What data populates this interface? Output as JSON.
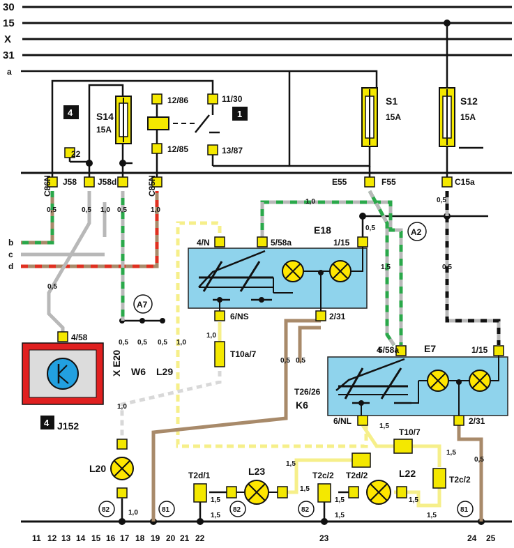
{
  "buses": {
    "b30": "30",
    "b15": "15",
    "bX": "X",
    "b31": "31",
    "ba": "a"
  },
  "side_wires": {
    "b": "b",
    "c": "c",
    "d": "d"
  },
  "markers": {
    "m4a": "4",
    "m1": "1",
    "m4b": "4"
  },
  "fuses": {
    "s14": {
      "name": "S14",
      "rating": "15A"
    },
    "s1": {
      "name": "S1",
      "rating": "15A"
    },
    "s12": {
      "name": "S12",
      "rating": "15A"
    }
  },
  "relay": {
    "p86": "12/86",
    "p85": "12/85",
    "p30": "11/30",
    "p87": "13/87"
  },
  "pins": {
    "p22": "22",
    "c86n": "C86N",
    "j58": "J58",
    "j58d": "J58d",
    "c85n": "C85N",
    "e55": "E55",
    "f55": "F55",
    "c15a": "C15a",
    "e18_4n": "4/N",
    "e18_558a": "5/58a",
    "e18_115": "1/15",
    "e18_6ns": "6/NS",
    "e18_231": "2/31",
    "t10a7": "T10a/7",
    "t2626": "T26/26",
    "k6": "K6",
    "e7_4": "4",
    "e7_558a": "5/58a",
    "e7_115": "1/15",
    "e7_6nl": "6/NL",
    "e7_231": "2/31",
    "j152_pin": "4/58",
    "t107": "T10/7",
    "t2d1": "T2d/1",
    "t2c2a": "T2c/2",
    "t2d2": "T2d/2",
    "t2c2b": "T2c/2"
  },
  "components": {
    "e18": "E18",
    "e7": "E7",
    "a2": "A2",
    "a7": "A7",
    "e20": "X E20",
    "w6": "W6",
    "l29": "L29",
    "j152": "J152",
    "l20": "L20",
    "l23": "L23",
    "l22": "L22"
  },
  "wire_sizes": [
    "0,5",
    "0,5",
    "1,0",
    "1,0",
    "0,5",
    "0,5",
    "0,5",
    "0,5",
    "0,5",
    "1,0",
    "1,0",
    "1,0",
    "0,5",
    "1,5",
    "1,0",
    "0,5",
    "0,5",
    "1,0",
    "1,5",
    "1,5",
    "1,5",
    "1,5",
    "1,5",
    "1,5",
    "1,5",
    "1,5",
    "1,5",
    "0,5",
    "1,5"
  ],
  "ground_refs": {
    "g82a": "82",
    "g81a": "81",
    "g82b": "82",
    "g82c": "82",
    "g81b": "81"
  },
  "bottom_numbers": [
    "11",
    "12",
    "13",
    "14",
    "15",
    "16",
    "17",
    "18",
    "19",
    "20",
    "21",
    "22",
    "23",
    "24",
    "25"
  ],
  "colors": {
    "fuse": "#f4e800",
    "box": "#8fd3ec",
    "j152": "#e02020",
    "bulb": "#ffe600",
    "wire_brown": "#a88a6a",
    "wire_green": "#2aa84a",
    "wire_gray": "#b8b8b8",
    "wire_red": "#e03020",
    "wire_yellow": "#f6ef8a"
  }
}
